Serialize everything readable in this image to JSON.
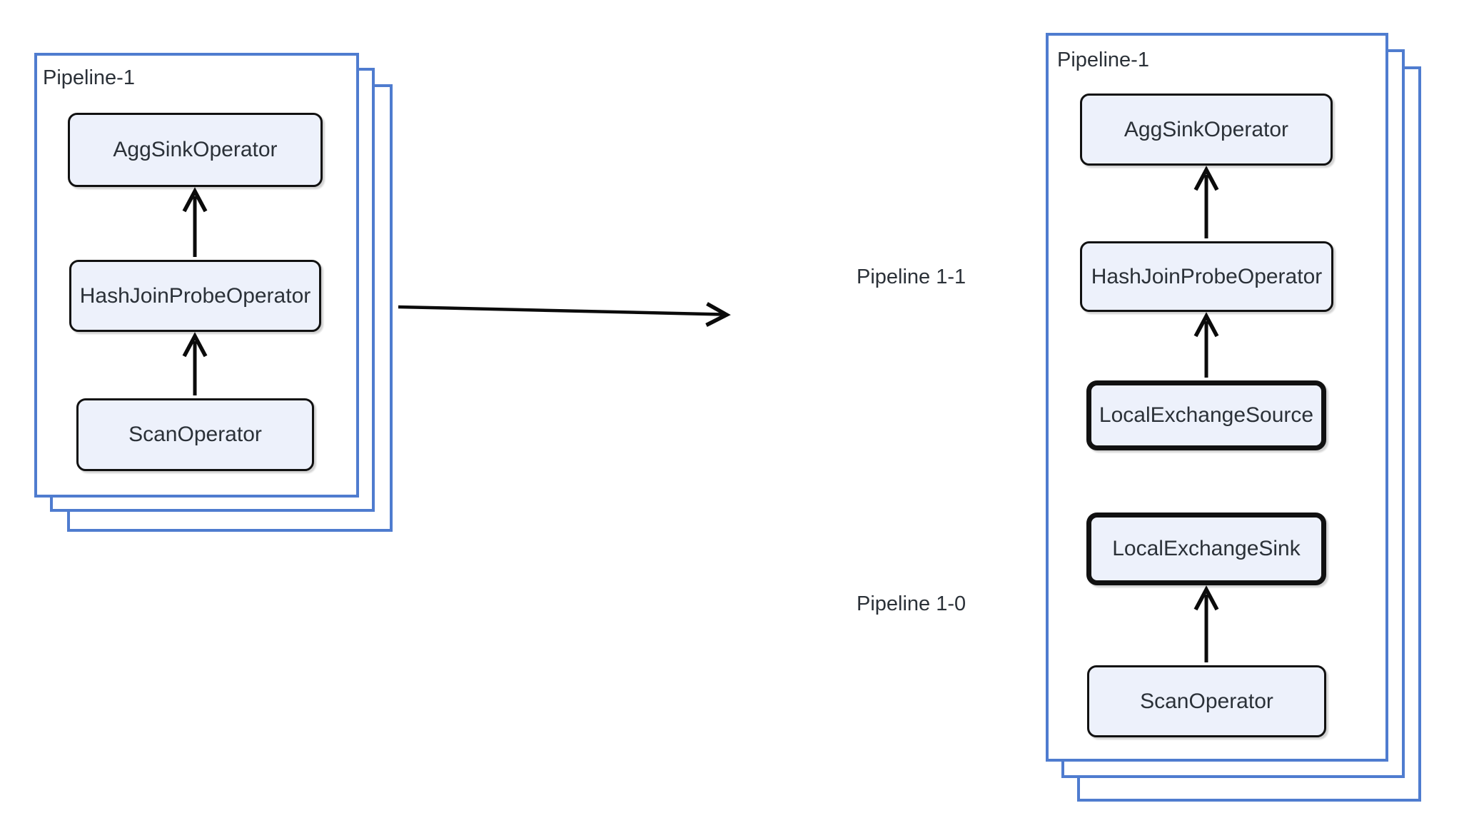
{
  "diagram": {
    "left_stack": {
      "label": "Pipeline-1",
      "operators": [
        {
          "label": "AggSinkOperator",
          "emphasis": false
        },
        {
          "label": "HashJoinProbeOperator",
          "emphasis": false
        },
        {
          "label": "ScanOperator",
          "emphasis": false
        }
      ]
    },
    "right_stack": {
      "label": "Pipeline-1",
      "operators": [
        {
          "label": "AggSinkOperator",
          "emphasis": false
        },
        {
          "label": "HashJoinProbeOperator",
          "emphasis": false
        },
        {
          "label": "LocalExchangeSource",
          "emphasis": true
        },
        {
          "label": "LocalExchangeSink",
          "emphasis": true
        },
        {
          "label": "ScanOperator",
          "emphasis": false
        }
      ]
    },
    "annotations": {
      "upper": "Pipeline 1-1",
      "lower": "Pipeline 1-0"
    }
  },
  "colors": {
    "stack_border": "#4f7ccf",
    "box_border": "#111111",
    "box_fill": "#edf1fb",
    "text": "#2b3138",
    "arrow": "#0b0b0b",
    "canvas_bg": "#ffffff"
  }
}
